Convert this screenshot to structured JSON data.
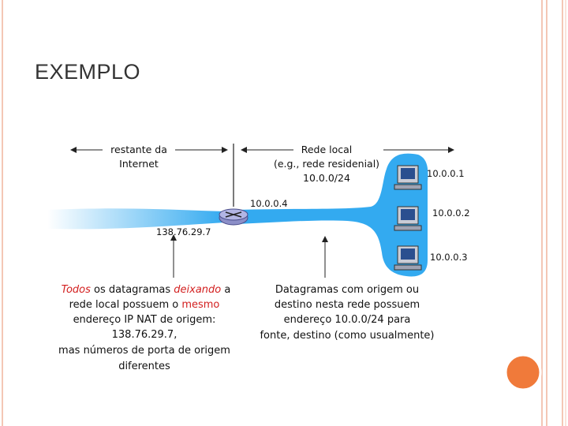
{
  "slide": {
    "title": "EXEMPLO"
  },
  "diagram": {
    "label_rest_internet": [
      "restante da",
      "Internet"
    ],
    "label_local_network": [
      "Rede local",
      "(e.g., rede residenial)",
      "10.0.0/24"
    ],
    "router_local_ip": "10.0.0.4",
    "router_public_ip": "138.76.29.7",
    "hosts": [
      {
        "ip": "10.0.0.1"
      },
      {
        "ip": "10.0.0.2"
      },
      {
        "ip": "10.0.0.3"
      }
    ],
    "note_left": {
      "line1_a": "Todos",
      "line1_b": " os datagramas ",
      "line1_c": "deixando",
      "line1_d": " a",
      "line2_a": "rede local possuem o ",
      "line2_b": "mesmo",
      "line3": "endereço IP NAT de origem:",
      "line4": "138.76.29.7,",
      "line5": "mas números de porta de origem",
      "line6": "diferentes"
    },
    "note_right": [
      "Datagramas com origem ou",
      "destino nesta rede possuem",
      "endereço 10.0.0/24 para",
      "fonte, destino (como usualmente)"
    ],
    "colors": {
      "highlight": "#d32020",
      "network_blue": "#33aaf0",
      "text": "#111111"
    }
  }
}
